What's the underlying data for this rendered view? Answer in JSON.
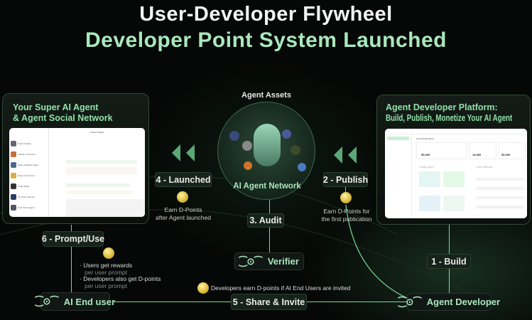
{
  "title": "User-Developer Flywheel",
  "subtitle": "Developer Point System Launched",
  "left_panel": {
    "title_line1": "Your Super AI Agent",
    "title_line2": "& Agent Social Network",
    "chat_header": "Smart Trading",
    "chats": [
      "Smart Trading",
      "Claude 3.5 Sonnet",
      "Token Analytics Agent",
      "Meme Coin Scout",
      "Smart Swap",
      "On-chain Scanner",
      "Limit Order Agent"
    ]
  },
  "right_panel": {
    "title_line1": "Agent Developer Platform:",
    "title_line2": "Build, Publish, Monetize Your AI Agent",
    "section_core": "Core Performance",
    "section_create": "Create Agent",
    "section_other": "Other Methods",
    "stats": [
      "90,000",
      "13,000",
      "90,000"
    ]
  },
  "center": {
    "heading": "Agent Assets",
    "label": "AI Agent Network"
  },
  "steps": {
    "build": "1 - Build",
    "publish": "2 - Publish",
    "audit": "3. Audit",
    "launched": "4 - Launched",
    "share": "5 - Share & Invite",
    "prompt": "6 - Prompt/Use"
  },
  "nodes": {
    "verifier": "Verifier",
    "end_user": "AI End user",
    "developer": "Agent Developer"
  },
  "notes": {
    "launched_1": "Earn D-Points",
    "launched_2": "after Agent launched",
    "publish_1": "Earn D-Points for",
    "publish_2": "the first publication",
    "invite": "Developers earn D-points if AI End Users are invited",
    "users_reward": "Users get rewards",
    "users_reward_sub": "per user prompt",
    "dev_reward": "Developers also get D-points",
    "dev_reward_sub": "per user prompt"
  },
  "colors": {
    "accent": "#a9e7bd",
    "line": "#7fd69a",
    "background": "#050806"
  }
}
